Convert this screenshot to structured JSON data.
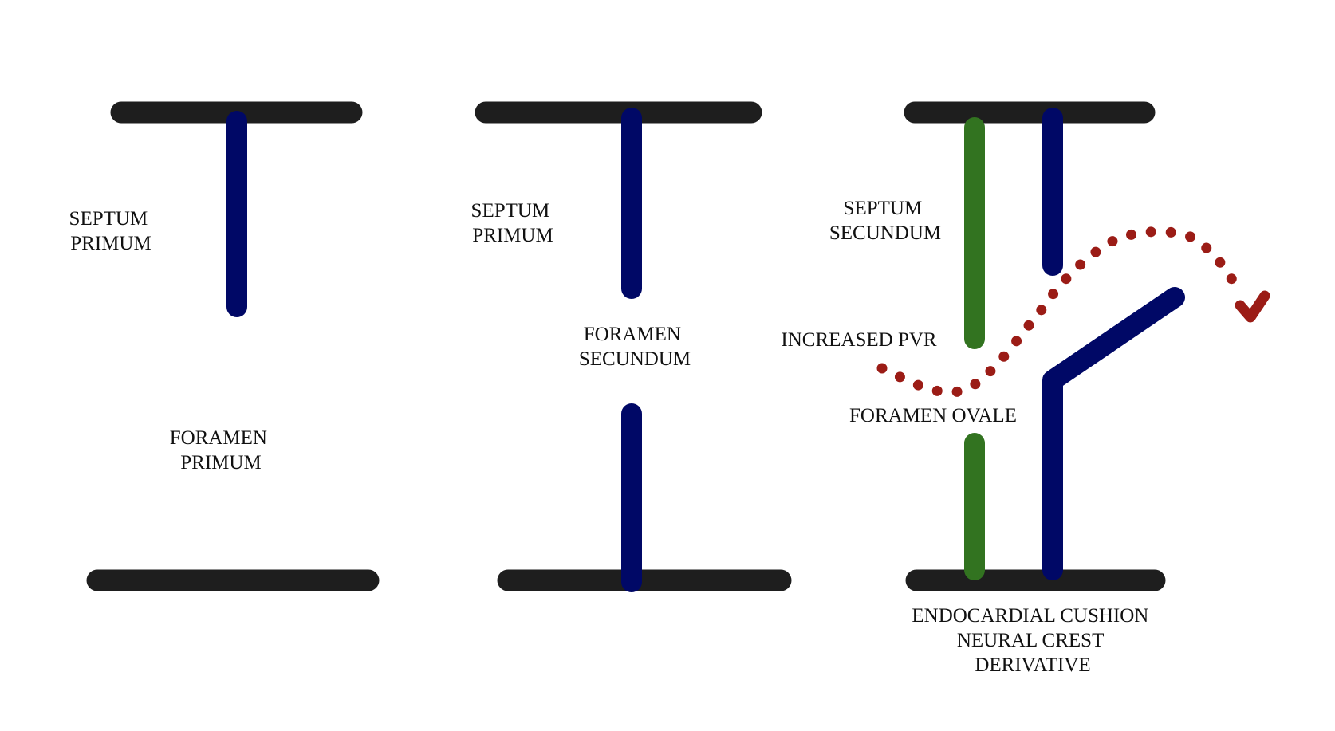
{
  "colors": {
    "background": "#ffffff",
    "wall": "#1e1e1e",
    "septum_primum": "#000866",
    "septum_secundum": "#327320",
    "flow_arrow": "#9b1c16",
    "text": "#111111"
  },
  "panels": [
    {
      "id": "panel-1",
      "labels": {
        "septum": [
          "SEPTUM",
          "PRIMUM"
        ],
        "foramen": [
          "FORAMEN",
          "PRIMUM"
        ]
      }
    },
    {
      "id": "panel-2",
      "labels": {
        "septum": [
          "SEPTUM",
          "PRIMUM"
        ],
        "foramen": [
          "FORAMEN",
          "SECUNDUM"
        ]
      }
    },
    {
      "id": "panel-3",
      "labels": {
        "septum": [
          "SEPTUM",
          "SECUNDUM"
        ],
        "pressure": "INCREASED PVR",
        "foramen": "FORAMEN OVALE",
        "cushion": [
          "ENDOCARDIAL CUSHION",
          "NEURAL CREST",
          "DERIVATIVE"
        ]
      },
      "flow_arrow_icon": "dotted-curved-arrow"
    }
  ]
}
